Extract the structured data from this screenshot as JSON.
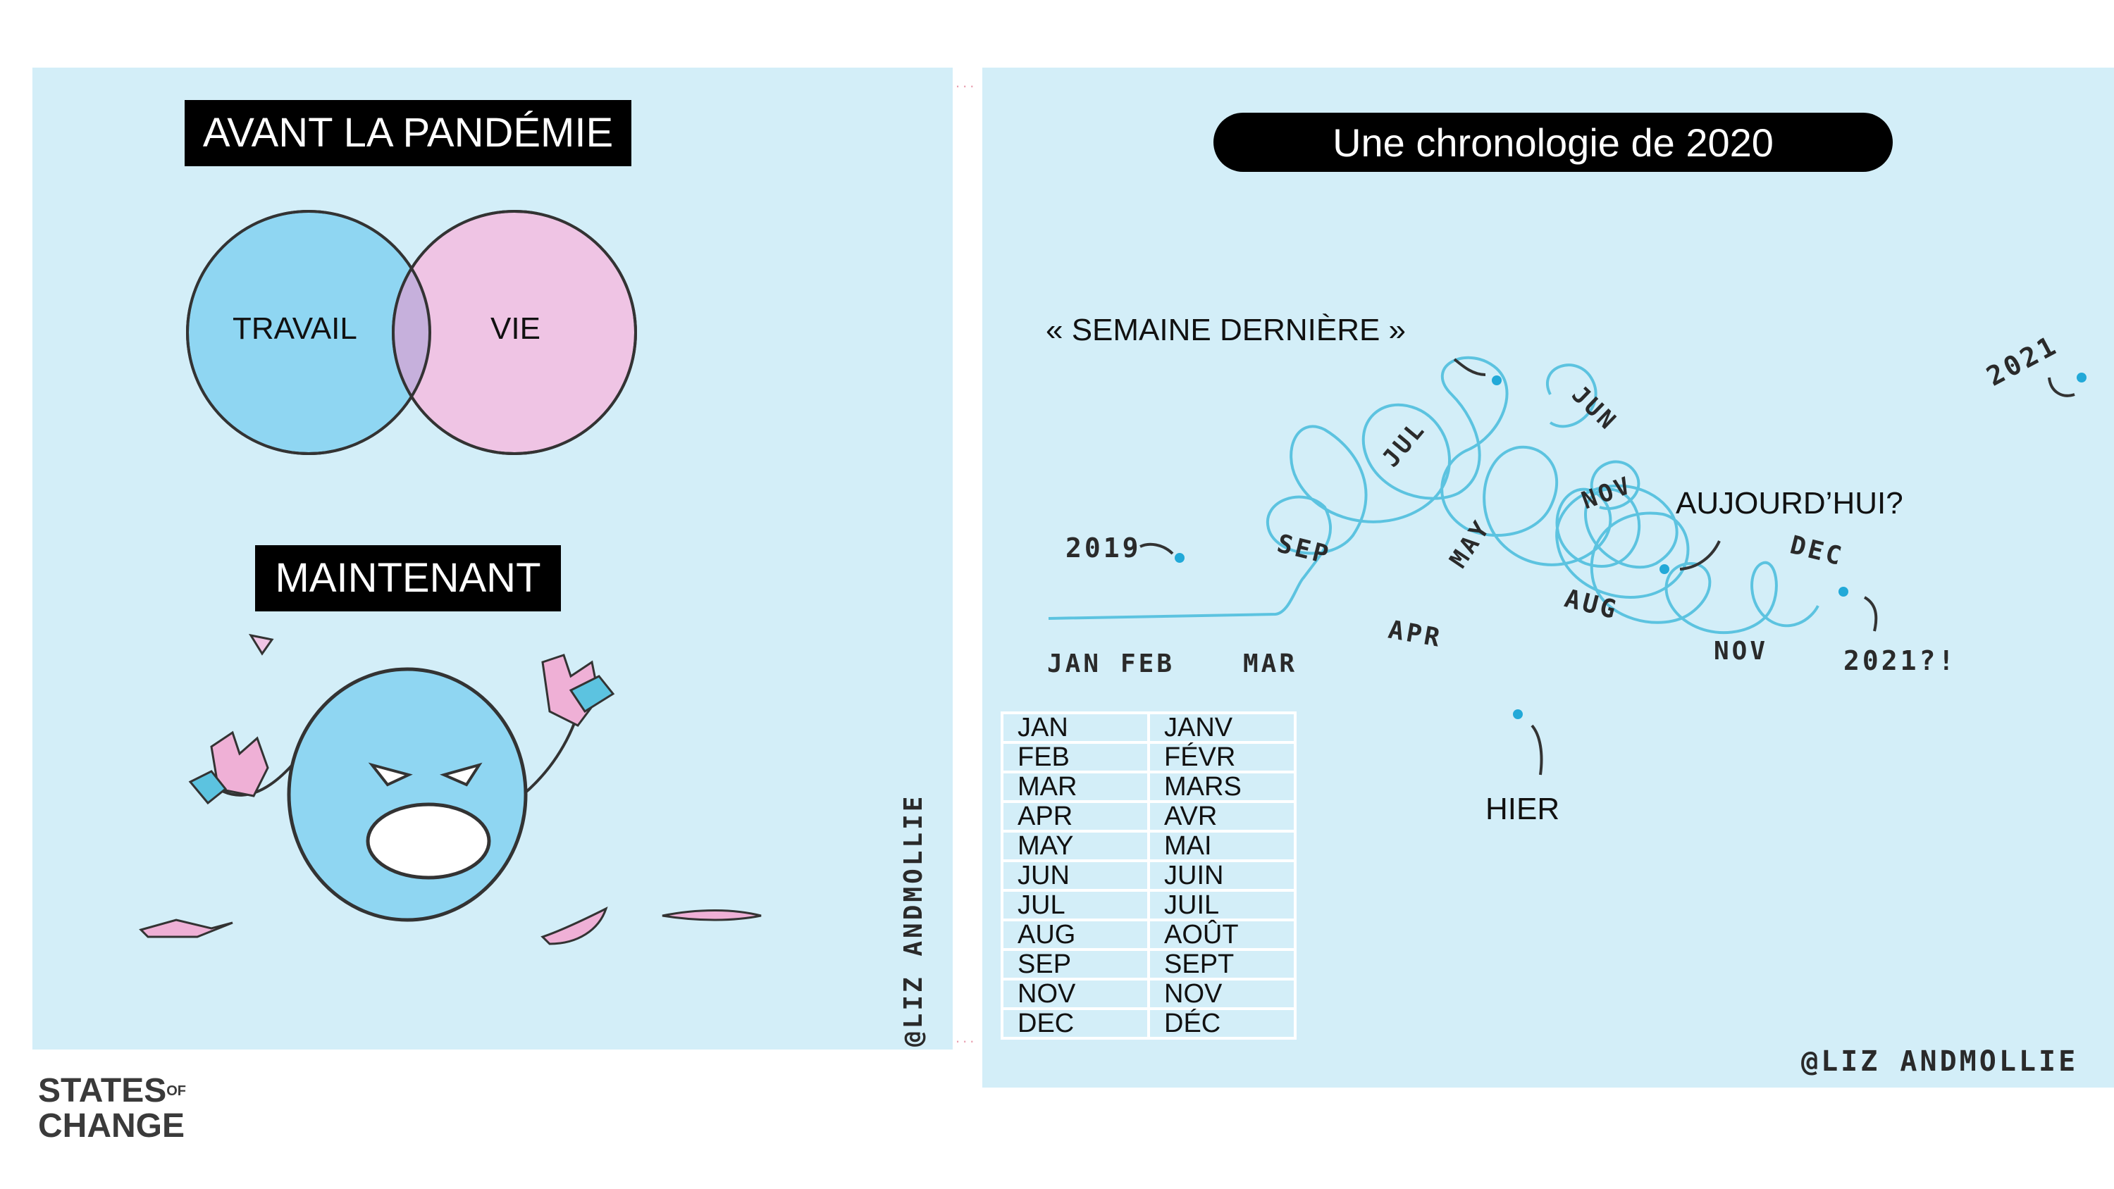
{
  "left": {
    "title_before": "AVANT LA PANDÉMIE",
    "venn_left": "TRAVAIL",
    "venn_right": "VIE",
    "title_now": "MAINTENANT",
    "credit": "@LIZ ANDMOLLIE"
  },
  "right": {
    "title": "Une chronologie de 2020",
    "last_week": "« SEMAINE DERNIÈRE »",
    "today": "AUJOURD’HUI?",
    "yesterday": "HIER",
    "credit": "@LIZ ANDMOLLIE",
    "hand_labels": {
      "y2019": "2019",
      "y2021": "2021",
      "y2021q": "2021?!",
      "jan": "JAN",
      "feb": "FEB",
      "mar": "MAR",
      "apr": "APR",
      "may": "MAY",
      "jun": "JUN",
      "jul": "JUL",
      "aug": "AUG",
      "sep": "SEP",
      "nov": "NOV",
      "nov2": "NOV",
      "dec": "DEC"
    },
    "months": [
      {
        "en": "JAN",
        "fr": "JANV"
      },
      {
        "en": "FEB",
        "fr": "FÉVR"
      },
      {
        "en": "MAR",
        "fr": "MARS"
      },
      {
        "en": "APR",
        "fr": "AVR"
      },
      {
        "en": "MAY",
        "fr": "MAI"
      },
      {
        "en": "JUN",
        "fr": "JUIN"
      },
      {
        "en": "JUL",
        "fr": "JUIL"
      },
      {
        "en": "AUG",
        "fr": "AOÛT"
      },
      {
        "en": "SEP",
        "fr": "SEPT"
      },
      {
        "en": "NOV",
        "fr": "NOV"
      },
      {
        "en": "DEC",
        "fr": "DÉC"
      }
    ]
  },
  "logo": {
    "line1": "STATES",
    "of": "OF",
    "line2": "CHANGE"
  },
  "colors": {
    "panel": "#d3eef8",
    "blue": "#8fd6f2",
    "pink": "#efc4e4",
    "line": "#5cc3e0",
    "dot": "#22a9d8"
  }
}
